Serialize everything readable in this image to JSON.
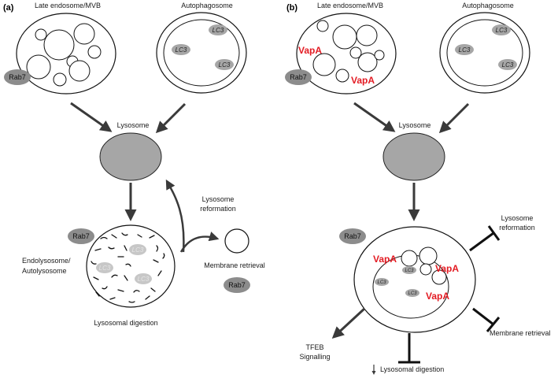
{
  "panels": {
    "a": {
      "label": "(a)",
      "late_endosome": "Late endosome/MVB",
      "autophagosome": "Autophagosome",
      "lysosome": "Lysosome",
      "lysosome_reformation_line1": "Lysosome",
      "lysosome_reformation_line2": "reformation",
      "endolysosome_line1": "Endolysosome/",
      "endolysosome_line2": "Autolysosome",
      "membrane_retrieval": "Membrane retrieval",
      "lysosomal_digestion": "Lysosomal digestion",
      "rab7": "Rab7",
      "lc3": "LC3"
    },
    "b": {
      "label": "(b)",
      "late_endosome": "Late endosome/MVB",
      "autophagosome": "Autophagosome",
      "lysosome": "Lysosome",
      "lysosome_reformation_line1": "Lysosome",
      "lysosome_reformation_line2": "reformation",
      "membrane_retrieval": "Membrane retrieval",
      "tfeb_line1": "TFEB",
      "tfeb_line2": "Signalling",
      "lysosomal_digestion": "Lysosomal digestion",
      "rab7": "Rab7",
      "lc3": "LC3",
      "vapa": "VapA"
    }
  },
  "colors": {
    "vapa": "#e31b23",
    "organelle_fill": "#a6a6a6",
    "rab7_fill": "#8c8c8c",
    "arrow": "#3a3a3a"
  }
}
